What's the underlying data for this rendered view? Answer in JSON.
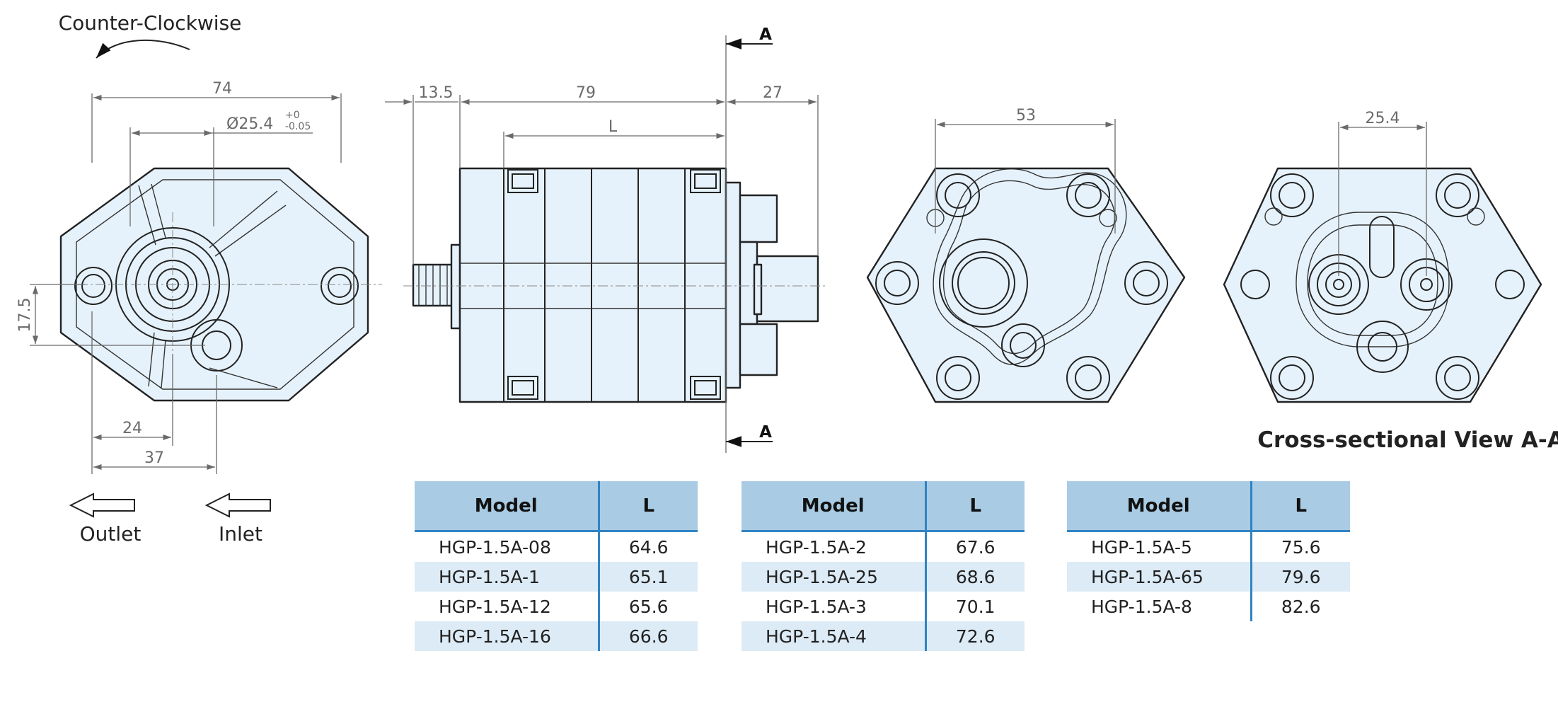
{
  "drawing": {
    "rotation_label": "Counter-Clockwise",
    "outlet_label": "Outlet",
    "inlet_label": "Inlet",
    "section_marker": "A",
    "section_title": "Cross-sectional View A-A",
    "dims": {
      "width": "74",
      "shaft_diameter": "Ø25.4",
      "tol_upper": "+0",
      "tol_lower": "-0.05",
      "height_offset": "17.5",
      "outlet_offset": "24",
      "inlet_offset": "37",
      "shaft_length": "13.5",
      "body_length": "79",
      "length_var": "L",
      "flange_length": "27",
      "rear_bolt_span": "53",
      "port_spacing": "25.4"
    }
  },
  "tables": [
    {
      "col_model": "Model",
      "col_l": "L",
      "rows": [
        {
          "model": "HGP-1.5A-08",
          "l": "64.6"
        },
        {
          "model": "HGP-1.5A-1",
          "l": "65.1"
        },
        {
          "model": "HGP-1.5A-12",
          "l": "65.6"
        },
        {
          "model": "HGP-1.5A-16",
          "l": "66.6"
        }
      ]
    },
    {
      "col_model": "Model",
      "col_l": "L",
      "rows": [
        {
          "model": "HGP-1.5A-2",
          "l": "67.6"
        },
        {
          "model": "HGP-1.5A-25",
          "l": "68.6"
        },
        {
          "model": "HGP-1.5A-3",
          "l": "70.1"
        },
        {
          "model": "HGP-1.5A-4",
          "l": "72.6"
        }
      ]
    },
    {
      "col_model": "Model",
      "col_l": "L",
      "rows": [
        {
          "model": "HGP-1.5A-5",
          "l": "75.6"
        },
        {
          "model": "HGP-1.5A-65",
          "l": "79.6"
        },
        {
          "model": "HGP-1.5A-8",
          "l": "82.6"
        }
      ]
    }
  ]
}
